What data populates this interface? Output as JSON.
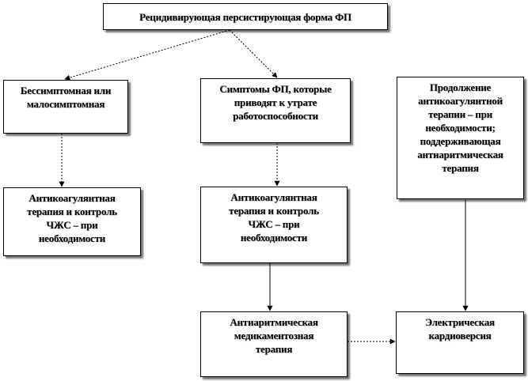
{
  "diagram": {
    "title": "Рецидивирующая  персистирующая форма ФП",
    "asymptomatic": "Бессимптомная или\nмалосимптомная",
    "symptomatic": "Симптомы ФП, которые\nприводят к утрате\nработоспособности",
    "continuation": "Продолжение\nантикоагулянтной\nтерапии – при\nнеобходимости;\nподдерживающая\nантиаритмическая\nтерапия",
    "anticoag_left": "Антикоагулянтная\nтерапия и контроль\nЧЖС – при\nнеобходимости",
    "anticoag_center": "Антикоагулянтная\nтерапия и контроль\nЧЖС – при\nнеобходимости",
    "antiarrhythmic": "Антиаритмическая\nмедикаментозная\nтерапия",
    "cardioversion": "Электрическая\nкардиоверсия"
  },
  "colors": {
    "line": "#000000",
    "box_border": "#000000",
    "background": "#ffffff",
    "shadow": "#707070"
  }
}
